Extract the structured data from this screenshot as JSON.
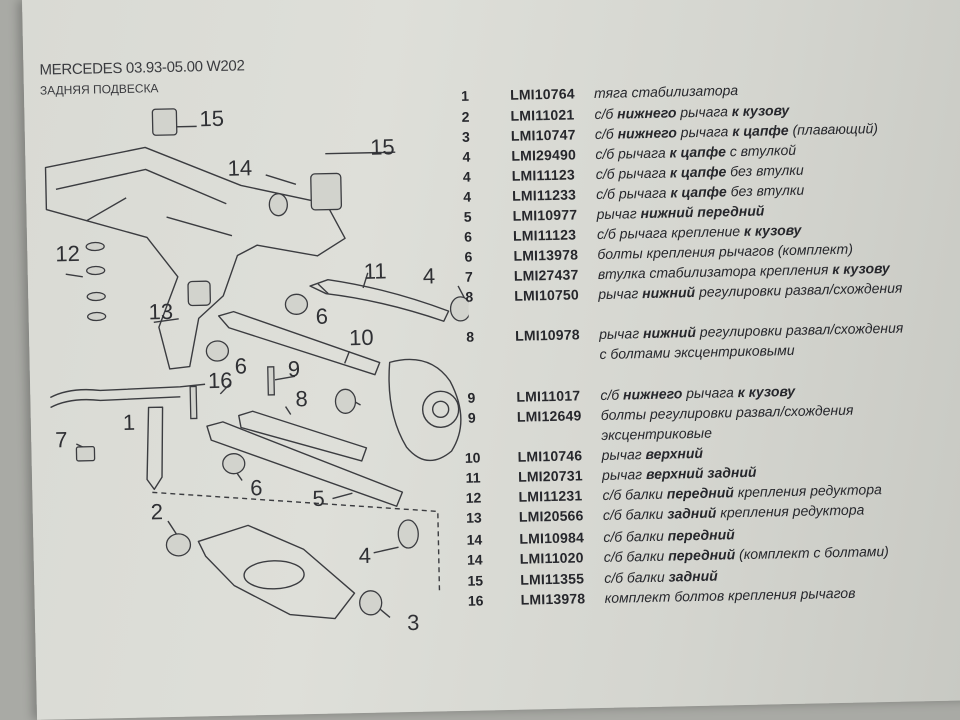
{
  "header": {
    "title": "MERCEDES  03.93-05.00 W202",
    "subtitle": "ЗАДНЯЯ ПОДВЕСКА"
  },
  "callouts": [
    "1",
    "2",
    "3",
    "4",
    "4",
    "5",
    "6",
    "6",
    "6",
    "7",
    "8",
    "9",
    "10",
    "11",
    "12",
    "13",
    "14",
    "15",
    "15",
    "16"
  ],
  "parts": [
    {
      "num": "1",
      "code": "LMI10764",
      "text": "тяга стабилизатора"
    },
    {
      "num": "2",
      "code": "LMI11021",
      "text": "с/б нижнего рычага к кузову"
    },
    {
      "num": "3",
      "code": "LMI10747",
      "text": "с/б нижнего рычага к цапфе (плавающий)"
    },
    {
      "num": "4",
      "code": "LMI29490",
      "text": "с/б рычага к цапфе с втулкой"
    },
    {
      "num": "4",
      "code": "LMI11123",
      "text": "с/б рычага к цапфе без втулки"
    },
    {
      "num": "4",
      "code": "LMI11233",
      "text": "с/б рычага к цапфе без втулки"
    },
    {
      "num": "5",
      "code": "LMI10977",
      "text": "рычаг нижний передний"
    },
    {
      "num": "6",
      "code": "LMI11123",
      "text": "с/б рычага крепление к кузову"
    },
    {
      "num": "6",
      "code": "LMI13978",
      "text": "болты крепления рычагов (комплект)"
    },
    {
      "num": "7",
      "code": "LMI27437",
      "text": "втулка стабилизатора крепления к кузову"
    },
    {
      "num": "8",
      "code": "LMI10750",
      "text": "рычаг нижний регулировки развал/схождения"
    },
    {
      "num": "8",
      "code": "LMI10978",
      "text": "рычаг нижний регулировки развал/схождения",
      "text2": "с болтами эксцентриковыми"
    },
    {
      "num": "9",
      "code": "LMI11017",
      "text": "с/б нижнего рычага к кузову"
    },
    {
      "num": "9",
      "code": "LMI12649",
      "text": "болты регулировки развал/схождения",
      "text2": "эксцентриковые"
    },
    {
      "num": "10",
      "code": "LMI10746",
      "text": "рычаг верхний"
    },
    {
      "num": "11",
      "code": "LMI20731",
      "text": "рычаг верхний задний"
    },
    {
      "num": "12",
      "code": "LMI11231",
      "text": "с/б балки передний крепления редуктора"
    },
    {
      "num": "13",
      "code": "LMI20566",
      "text": "с/б балки задний крепления редуктора"
    },
    {
      "num": "14",
      "code": "LMI10984",
      "text": "с/б балки передний"
    },
    {
      "num": "14",
      "code": "LMI11020",
      "text": "с/б балки передний (комплект с болтами)"
    },
    {
      "num": "15",
      "code": "LMI11355",
      "text": "с/б балки задний"
    },
    {
      "num": "16",
      "code": "LMI13978",
      "text": "комплект болтов крепления рычагов"
    }
  ]
}
